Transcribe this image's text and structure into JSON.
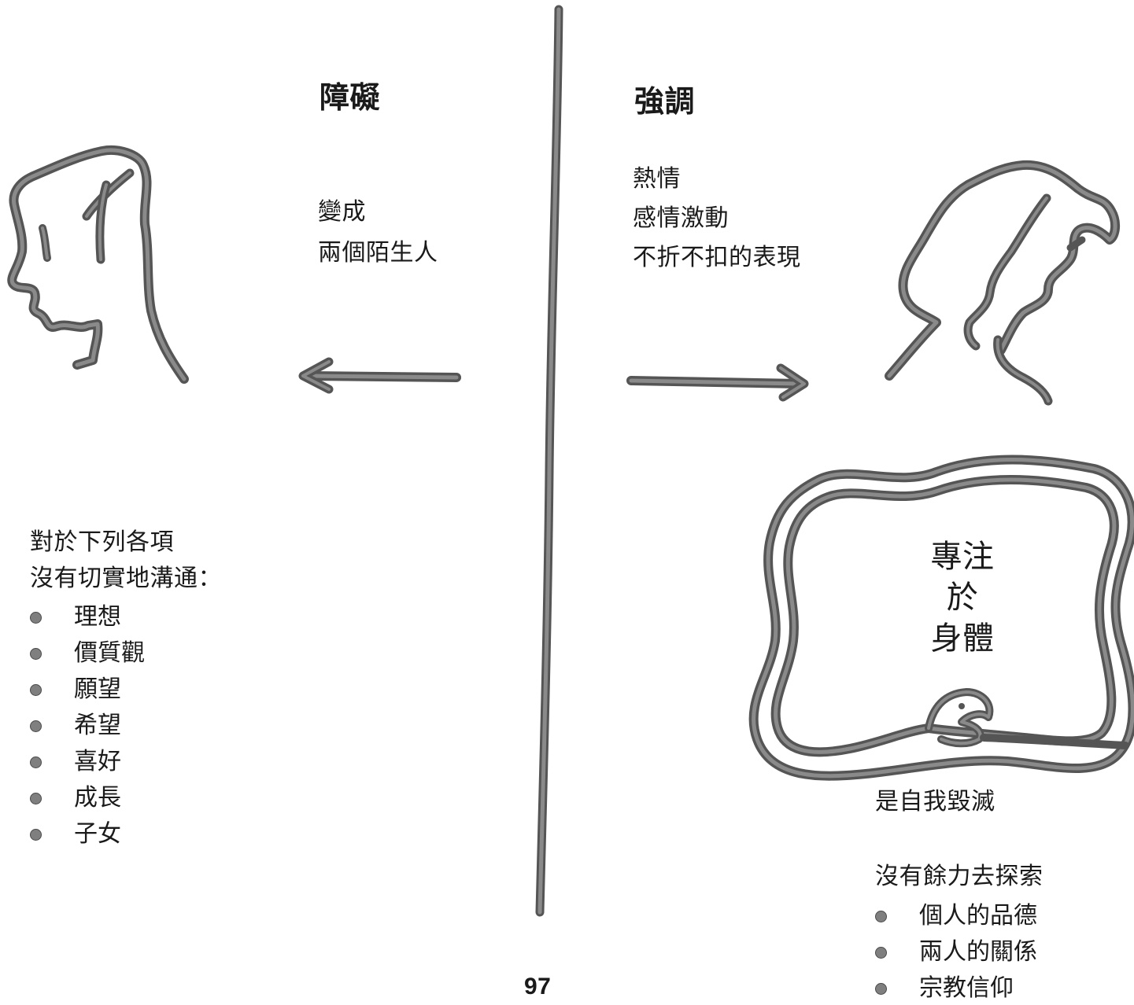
{
  "left": {
    "heading": "障礙",
    "become_line1": "變成",
    "become_line2": "兩個陌生人",
    "intro_line1": "對於下列各項",
    "intro_line2": "沒有切實地溝通：",
    "items": [
      "理想",
      "價質觀",
      "願望",
      "希望",
      "喜好",
      "成長",
      "子女"
    ]
  },
  "right": {
    "heading": "強調",
    "lines": [
      "熱情",
      "感情激動",
      "不折不扣的表現"
    ],
    "frame_text": [
      "專注",
      "於",
      "身體"
    ],
    "caption": "是自我毀滅",
    "explore_intro": "沒有餘力去探索",
    "explore_items": [
      "個人的品德",
      "兩人的關係",
      "宗教信仰"
    ]
  },
  "page_number": "97",
  "colors": {
    "ink": "#1a1a1a",
    "drawing_stroke": "#555555",
    "drawing_fill": "#8a8a8a",
    "bullet": "#7f7f7f"
  }
}
